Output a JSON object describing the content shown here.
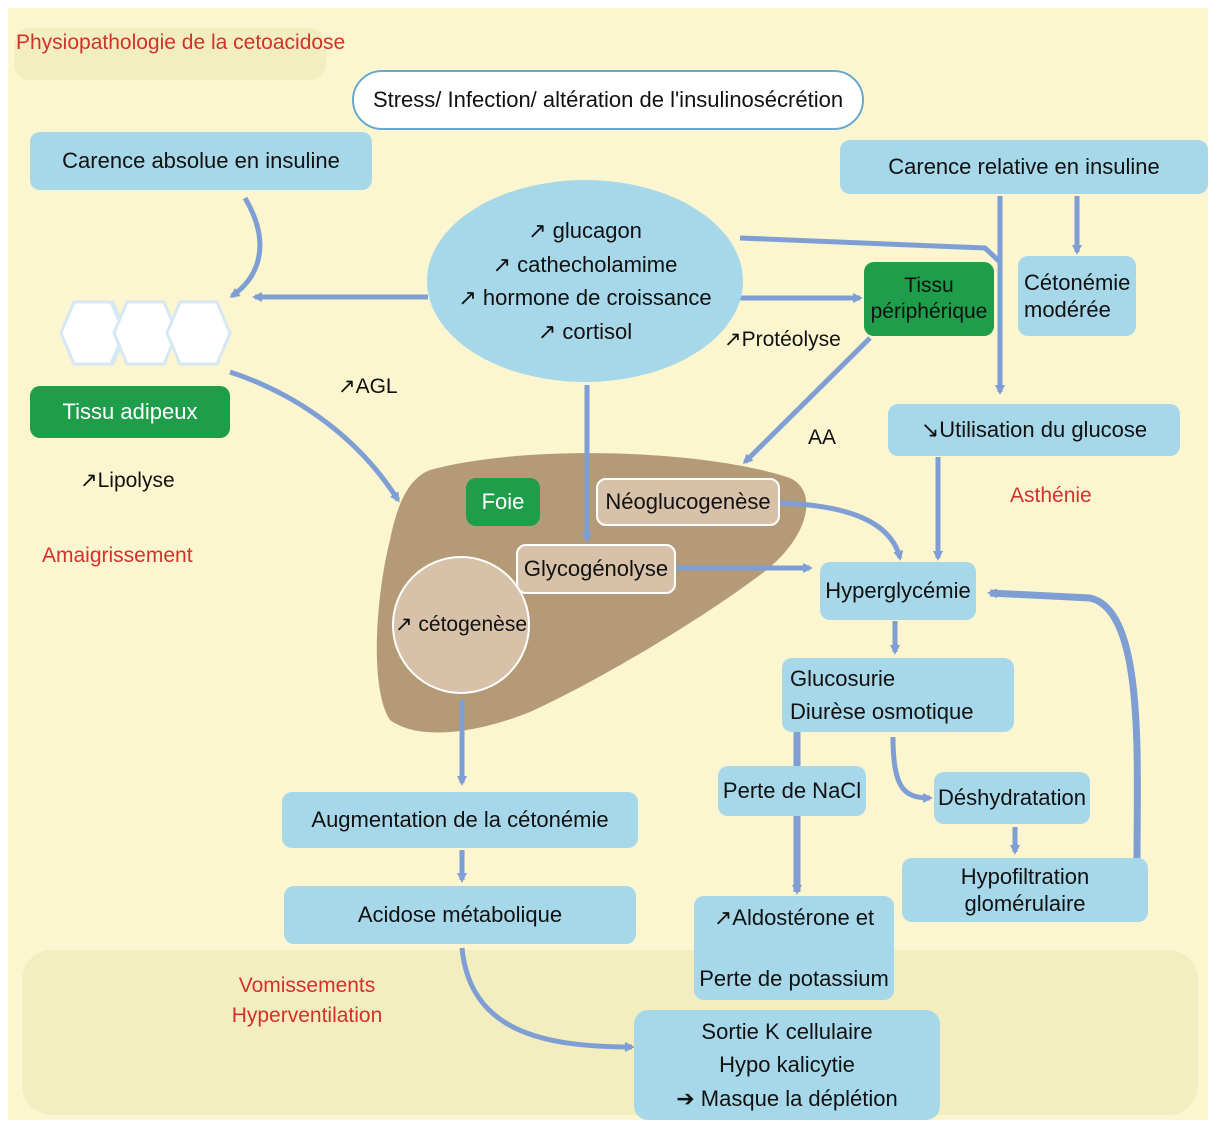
{
  "title": "Physiopathologie de la cetoacidose",
  "trigger": "Stress/ Infection/ altération de l'insulinosécrétion",
  "carence_absolue": "Carence absolue en insuline",
  "carence_relative": "Carence relative en insuline",
  "hormones": [
    "↗ glucagon",
    "↗ cathecholamime",
    "↗ hormone de croissance",
    "↗ cortisol"
  ],
  "tissu_peripherique": "Tissu périphérique",
  "cetonemie_moderee": "Cétonémie modérée",
  "proteolyse": "↗Protéolyse",
  "agl": "↗AGL",
  "aa": "AA",
  "tissu_adipeux": "Tissu adipeux",
  "lipolyse": "↗Lipolyse",
  "amaigrissement": "Amaigrissement",
  "utilisation_glucose": "↘Utilisation du glucose",
  "asthenie": "Asthénie",
  "foie": "Foie",
  "neoglucogenese": "Néoglucogenèse",
  "glycogenolyse": "Glycogénolyse",
  "cetogenese": "↗ cétogenèse",
  "hyperglycemie": "Hyperglycémie",
  "glucosurie": [
    "Glucosurie",
    "Diurèse osmotique"
  ],
  "perte_nacl": "Perte de NaCl",
  "deshydratation": "Déshydratation",
  "hypofiltration": [
    "Hypofiltration",
    "glomérulaire"
  ],
  "aldosterone": [
    "↗Aldostérone et",
    "Perte de potassium"
  ],
  "augmentation_cetonemie": "Augmentation de la cétonémie",
  "acidose": "Acidose métabolique",
  "vomissements": [
    "Vomissements",
    "Hyperventilation"
  ],
  "sortie_k": [
    "Sortie K cellulaire",
    "Hypo kalicytie",
    "➔ Masque la déplétion"
  ],
  "colors": {
    "box": "#a7d8ea",
    "green": "#1e9e4a",
    "liver": "#b59a78",
    "arrow": "#7f9fd4",
    "red_text": "#d4312c",
    "background": "#fbf6cf"
  }
}
